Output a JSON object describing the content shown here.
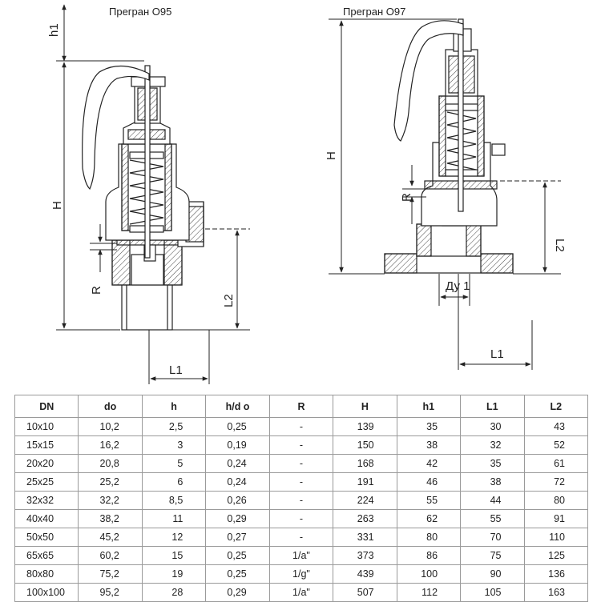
{
  "titles": {
    "left": "Прегран О95",
    "right": "Прегран О97"
  },
  "dims_left": {
    "h1": "h1",
    "H": "H",
    "R": "R",
    "L2": "L2",
    "L1": "L1"
  },
  "dims_right": {
    "H": "H",
    "R": "R",
    "L2": "L2",
    "Dy": "Ду 1",
    "L1": "L1"
  },
  "table": {
    "columns": [
      "DN",
      "do",
      "h",
      "h/d o",
      "R",
      "H",
      "h1",
      "L1",
      "L2"
    ],
    "rows": [
      [
        "10x10",
        "10,2",
        "2,5",
        "0,25",
        "-",
        "139",
        "35",
        "30",
        "43"
      ],
      [
        "15x15",
        "16,2",
        "3",
        "0,19",
        "-",
        "150",
        "38",
        "32",
        "52"
      ],
      [
        "20x20",
        "20,8",
        "5",
        "0,24",
        "-",
        "168",
        "42",
        "35",
        "61"
      ],
      [
        "25x25",
        "25,2",
        "6",
        "0,24",
        "-",
        "191",
        "46",
        "38",
        "72"
      ],
      [
        "32x32",
        "32,2",
        "8,5",
        "0,26",
        "-",
        "224",
        "55",
        "44",
        "80"
      ],
      [
        "40x40",
        "38,2",
        "11",
        "0,29",
        "-",
        "263",
        "62",
        "55",
        "91"
      ],
      [
        "50x50",
        "45,2",
        "12",
        "0,27",
        "-",
        "331",
        "80",
        "70",
        "110"
      ],
      [
        "65x65",
        "60,2",
        "15",
        "0,25",
        "1/a\"",
        "373",
        "86",
        "75",
        "125"
      ],
      [
        "80x80",
        "75,2",
        "19",
        "0,25",
        "1/g\"",
        "439",
        "100",
        "90",
        "136"
      ],
      [
        "100x100",
        "95,2",
        "28",
        "0,29",
        "1/a\"",
        "507",
        "112",
        "105",
        "163"
      ]
    ]
  }
}
